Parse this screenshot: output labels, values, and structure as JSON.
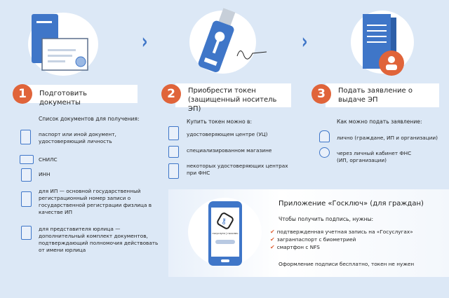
{
  "steps": [
    {
      "number": "1",
      "title": "Подготовить документы",
      "subtitle": "Список документов для получения:",
      "items": [
        "паспорт или иной документ, удостоверяющий личность",
        "СНИЛС",
        "ИНН",
        "для ИП — основной государственный регистрационный номер записи о государственной регистрации физлица в качестве ИП",
        "для представителя юрлица — дополнительный комплект документов, подтверждающий полномочия действовать от имени юрлица"
      ]
    },
    {
      "number": "2",
      "title": "Приобрести токен (защищенный носитель ЭП)",
      "subtitle": "Купить токен можно в:",
      "items": [
        "удостоверяющем центре (УЦ)",
        "специализированном магазине",
        "некоторых удостоверяющих центрах при ФНС"
      ]
    },
    {
      "number": "3",
      "title": "Подать заявление о выдаче ЭП",
      "subtitle": "Как можно подать заявление:",
      "items": [
        "лично (граждане, ИП и организации)",
        "через личный кабинет ФНС (ИП, организации)"
      ]
    }
  ],
  "app": {
    "title": "Приложение «Госключ» (для граждан)",
    "subtitle": "Чтобы получить подпись, нужны:",
    "requirements": [
      "подтвержденная учетная запись на «Госуслугах»",
      "загранпаспорт с биометрией",
      "смартфон с NFS"
    ],
    "note": "Оформление подписи бесплатно, токен не нужен",
    "phone_label": "госуслуги | госключ"
  },
  "colors": {
    "accent": "#e0643a",
    "blue": "#3f76c8",
    "background": "#dce8f6"
  }
}
